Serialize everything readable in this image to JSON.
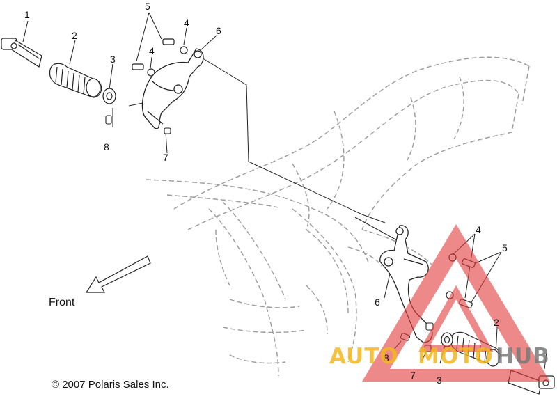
{
  "callouts": [
    {
      "id": "c1a",
      "text": "1"
    },
    {
      "id": "c2a",
      "text": "2"
    },
    {
      "id": "c3a",
      "text": "3"
    },
    {
      "id": "c4a",
      "text": "4"
    },
    {
      "id": "c4b",
      "text": "4"
    },
    {
      "id": "c5a",
      "text": "5"
    },
    {
      "id": "c6a",
      "text": "6"
    },
    {
      "id": "c7a",
      "text": "7"
    },
    {
      "id": "c8a",
      "text": "8"
    },
    {
      "id": "c4c",
      "text": "4"
    },
    {
      "id": "c5b",
      "text": "5"
    },
    {
      "id": "c6b",
      "text": "6"
    },
    {
      "id": "c2b",
      "text": "2"
    },
    {
      "id": "c8b",
      "text": "8"
    },
    {
      "id": "c7b",
      "text": "7"
    },
    {
      "id": "c3b",
      "text": "3"
    }
  ],
  "front_label": "Front",
  "copyright": "© 2007 Polaris Sales Inc.",
  "watermark": {
    "word1": "AUTO",
    "word2": "MOTO",
    "word3": "HUB",
    "red": "#e23b3b",
    "yellow": "#f2b820",
    "gray": "#7a7a7a"
  },
  "colors": {
    "line": "#222222",
    "frame": "#9a9a9a"
  }
}
